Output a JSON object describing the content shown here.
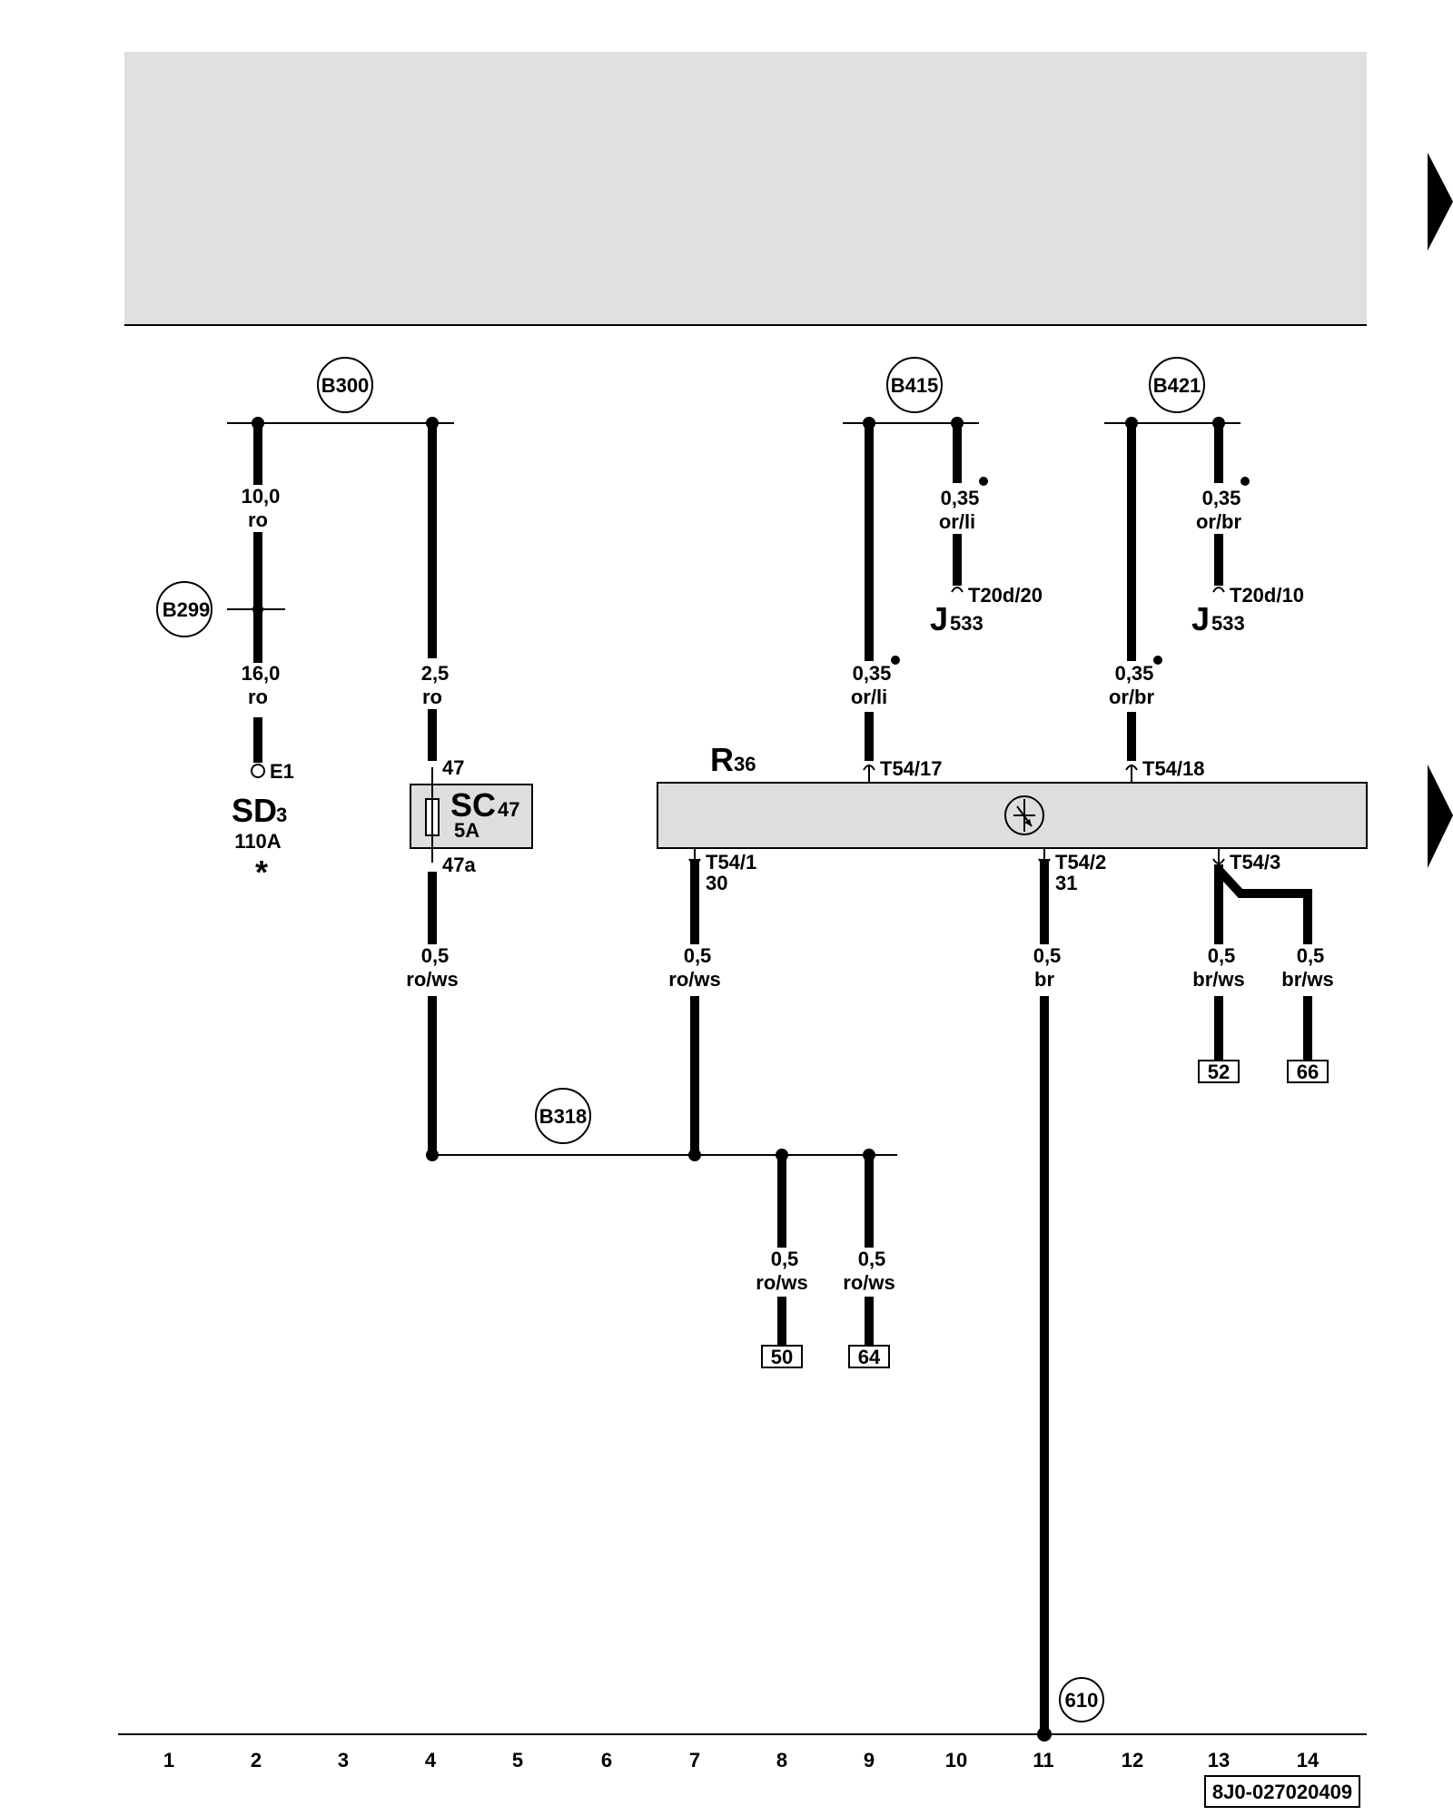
{
  "colors": {
    "header_bg": "#e0e0e0",
    "component_fill": "#dedede",
    "ink": "#000000"
  },
  "drawing_number": "8J0-027020409",
  "columns": [
    "1",
    "2",
    "3",
    "4",
    "5",
    "6",
    "7",
    "8",
    "9",
    "10",
    "11",
    "12",
    "13",
    "14"
  ],
  "nodes": {
    "b300": "B300",
    "b299": "B299",
    "b415": "B415",
    "b421": "B421",
    "b318": "B318",
    "n610": "610"
  },
  "components": {
    "sd": {
      "name": "SD",
      "sub": "3",
      "rating": "110A",
      "note": "*",
      "terminal": "E1"
    },
    "sc": {
      "name": "SC",
      "sub": "47",
      "rating": "5A",
      "pin_in": "47",
      "pin_out": "47a"
    },
    "r36": {
      "name": "R",
      "sub": "36",
      "pin17": "T54/17",
      "pin18": "T54/18",
      "pin1": "T54/1",
      "pin1b": "30",
      "pin2": "T54/2",
      "pin2b": "31",
      "pin3": "T54/3"
    },
    "j533a": {
      "name": "J",
      "sub": "533",
      "pin": "T20d/20"
    },
    "j533b": {
      "name": "J",
      "sub": "533",
      "pin": "T20d/10"
    }
  },
  "wires": {
    "w1a": {
      "size": "10,0",
      "color": "ro"
    },
    "w1b": {
      "size": "16,0",
      "color": "ro"
    },
    "w2": {
      "size": "2,5",
      "color": "ro"
    },
    "w3": {
      "size": "0,5",
      "color": "ro/ws"
    },
    "w4": {
      "size": "0,5",
      "color": "ro/ws"
    },
    "w5": {
      "size": "0,5",
      "color": "ro/ws"
    },
    "w6": {
      "size": "0,5",
      "color": "ro/ws"
    },
    "w7": {
      "size": "0,35",
      "color": "or/li"
    },
    "w8": {
      "size": "0,35",
      "color": "or/li"
    },
    "w9": {
      "size": "0,35",
      "color": "or/br"
    },
    "w10": {
      "size": "0,35",
      "color": "or/br"
    },
    "w11": {
      "size": "0,5",
      "color": "br"
    },
    "w12": {
      "size": "0,5",
      "color": "br/ws"
    },
    "w13": {
      "size": "0,5",
      "color": "br/ws"
    }
  },
  "refs": {
    "r50": "50",
    "r64": "64",
    "r52": "52",
    "r66": "66"
  }
}
